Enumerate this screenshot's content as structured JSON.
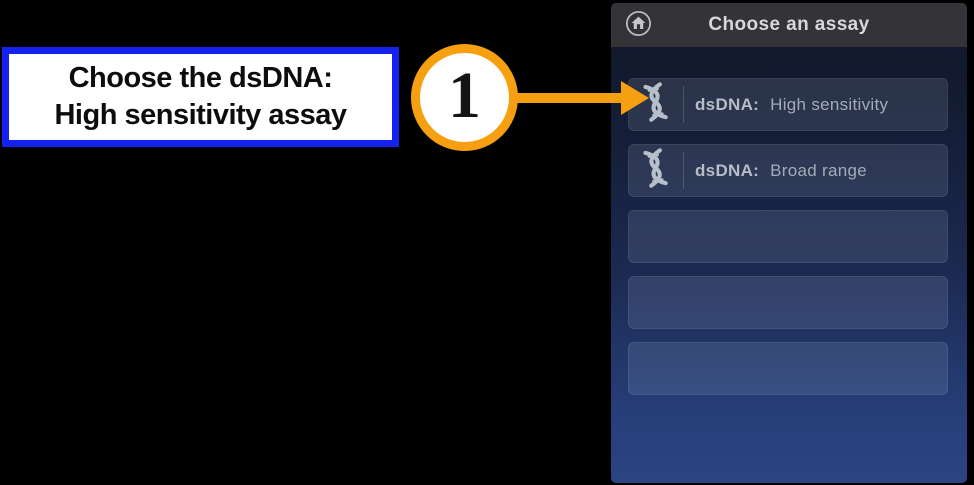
{
  "callout": {
    "text_line1": "Choose the dsDNA:",
    "text_line2": "High sensitivity assay"
  },
  "step": {
    "number": "1"
  },
  "screen": {
    "header": {
      "title": "Choose an assay"
    },
    "buttons": [
      {
        "prefix": "dsDNA:",
        "name": "High sensitivity"
      },
      {
        "prefix": "dsDNA:",
        "name": "Broad range"
      },
      {
        "prefix": "",
        "name": ""
      },
      {
        "prefix": "",
        "name": ""
      },
      {
        "prefix": "",
        "name": ""
      }
    ]
  },
  "icons": {
    "home": "home-icon",
    "assay": "dna-helix-icon"
  },
  "colors": {
    "callout_border_blue": "#1421f0",
    "step_accent_orange": "#f6a011",
    "topbar_bg": "#333338",
    "screen_gradient_top": "#10172a",
    "screen_gradient_bottom": "#2b4482",
    "button_text": "#aeb5c2",
    "page_bg": "#000000"
  }
}
